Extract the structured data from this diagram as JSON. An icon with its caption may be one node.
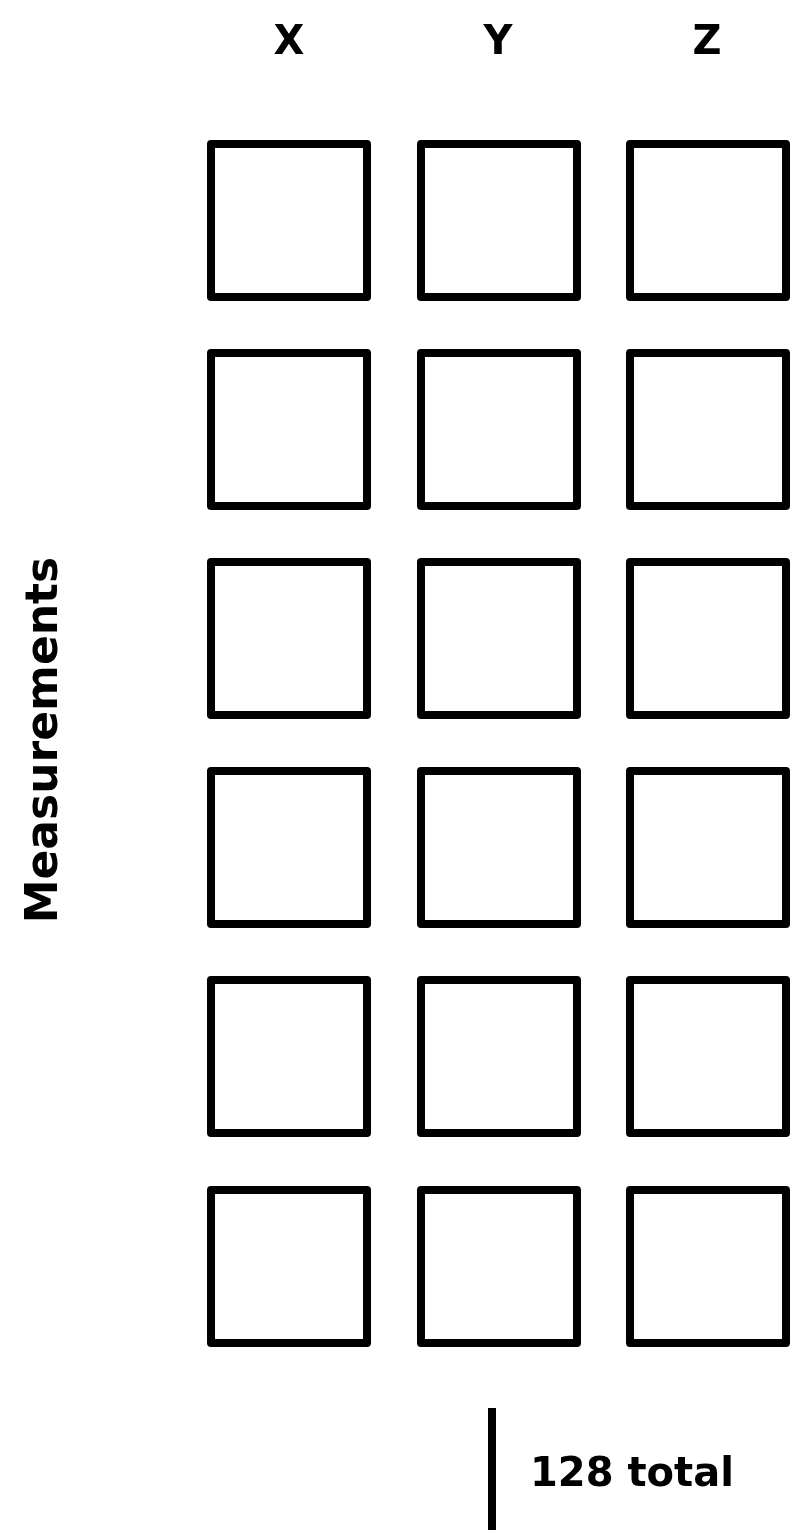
{
  "diagram": {
    "nodes": [
      {
        "text": [],
        "shape": "box"
      },
      {
        "text": [],
        "shape": "box"
      },
      {
        "text": [],
        "shape": "box"
      },
      {
        "text": [],
        "shape": "box"
      },
      {
        "text": [],
        "shape": "box"
      },
      {
        "text": [],
        "shape": "box"
      },
      {
        "text": [],
        "shape": "box"
      },
      {
        "text": [],
        "shape": "box"
      },
      {
        "text": [],
        "shape": "box"
      },
      {
        "text": [],
        "shape": "box"
      },
      {
        "text": [],
        "shape": "box"
      },
      {
        "text": [],
        "shape": "box"
      },
      {
        "text": [],
        "shape": "box"
      },
      {
        "text": [],
        "shape": "box"
      },
      {
        "text": [],
        "shape": "box"
      },
      {
        "text": [],
        "shape": "box"
      },
      {
        "text": [],
        "shape": "box"
      },
      {
        "text": [],
        "shape": "box"
      }
    ],
    "labels": [
      "X",
      "Y",
      "Z",
      "Measurements",
      "128 total"
    ]
  }
}
